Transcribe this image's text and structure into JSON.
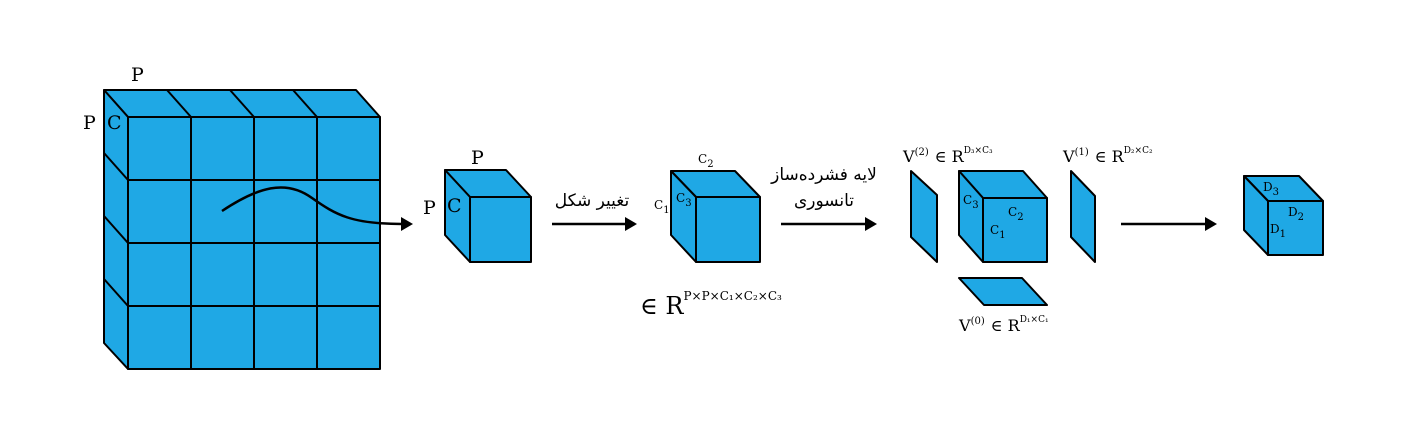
{
  "labels": {
    "big_p_top": "P",
    "big_p_left": "P",
    "big_c": "C",
    "patch_p_top": "P",
    "patch_p_left": "P",
    "patch_c": "C",
    "reshape": "تغییر شکل",
    "tensor_line1": "لایه فشرده‌ساز",
    "tensor_line2": "تانسوری",
    "c1": "C",
    "c1_sub": "1",
    "c2": "C",
    "c2_sub": "2",
    "c3": "C",
    "c3_sub": "3",
    "in_R": "∈ R",
    "in_R_sup": "P×P×C₁×C₂×C₃",
    "core_c3": "C",
    "core_c3_sub": "3",
    "core_c2": "C",
    "core_c2_sub": "2",
    "core_c1": "C",
    "core_c1_sub": "1",
    "v2": "V",
    "v2_sup": "(2)",
    "v2_in": "∈ R",
    "v2_dims": "D₃×C₃",
    "v1": "V",
    "v1_sup": "(1)",
    "v1_in": "∈ R",
    "v1_dims": "D₂×C₂",
    "v0": "V",
    "v0_sup": "(0)",
    "v0_in": "∈ R",
    "v0_dims": "D₁×C₁",
    "out_d3": "D",
    "out_d3_sub": "3",
    "out_d2": "D",
    "out_d2_sub": "2",
    "out_d1": "D",
    "out_d1_sub": "1"
  },
  "colors": {
    "fill": "#1fa8e5",
    "stroke": "#000000"
  }
}
